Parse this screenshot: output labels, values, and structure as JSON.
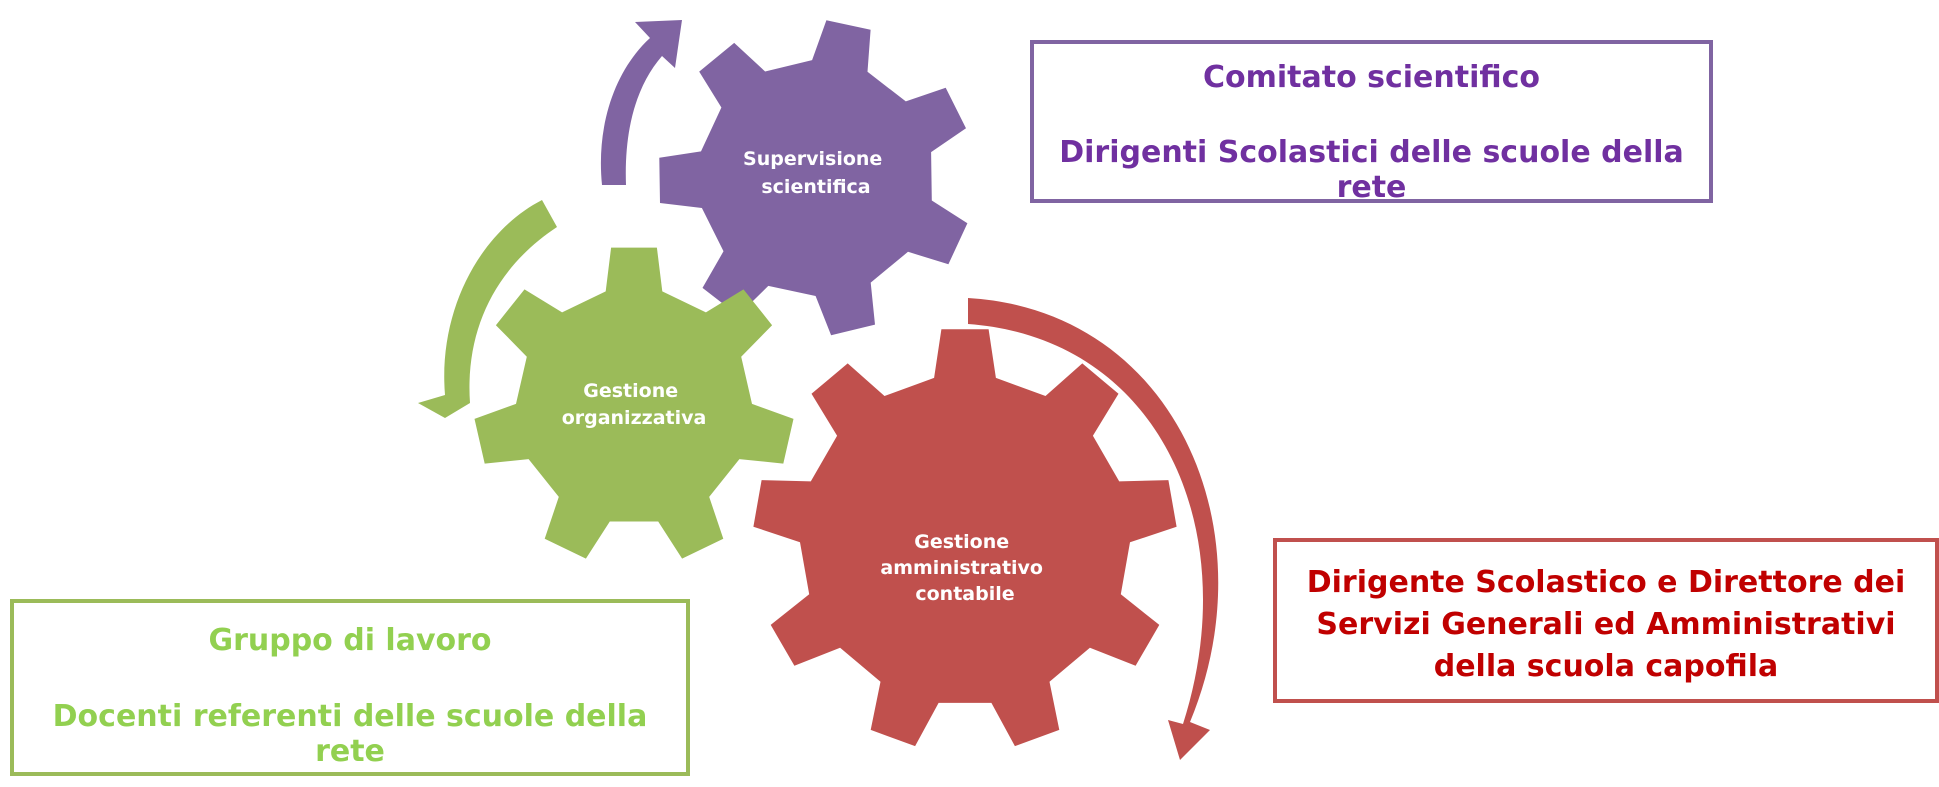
{
  "gears": {
    "purple": {
      "label_line1": "Supervisione",
      "label_line2": "scientifica",
      "color": "#8064a2"
    },
    "green": {
      "label_line1": "Gestione",
      "label_line2": "organizzativa",
      "color": "#9bbb59"
    },
    "red": {
      "label_line1": "Gestione",
      "label_line2": "amministrativo",
      "label_line3": "contabile",
      "color": "#c0504d"
    }
  },
  "boxes": {
    "purple": {
      "line1": "Comitato scientifico",
      "line2": "Dirigenti Scolastici delle scuole della rete",
      "border_color": "#8064a2",
      "text_color": "#7030a0"
    },
    "red": {
      "text": "Dirigente Scolastico e Direttore dei Servizi Generali ed Amministrativi della scuola capofila",
      "border_color": "#c0504d",
      "text_color": "#c00000"
    },
    "green": {
      "line1": "Gruppo di lavoro",
      "line2": "Docenti referenti delle scuole della rete",
      "border_color": "#9bbb59",
      "text_color": "#92d050"
    }
  }
}
